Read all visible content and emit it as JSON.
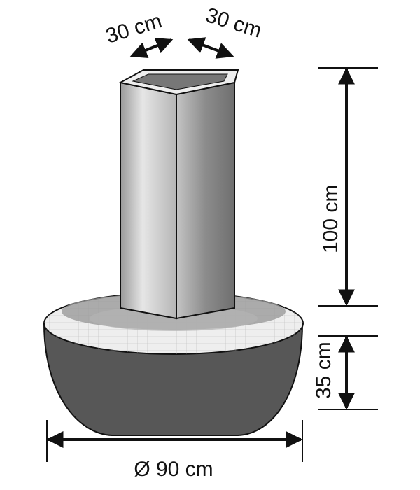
{
  "labels": {
    "width_left": "30 cm",
    "width_right": "30 cm",
    "column_height": "100 cm",
    "bowl_height": "35 cm",
    "diameter": "Ø 90 cm"
  },
  "colors": {
    "line": "#111111",
    "bowl": "#555555",
    "column_light": "#d8d8d8",
    "column_dark": "#8a8a8a"
  }
}
